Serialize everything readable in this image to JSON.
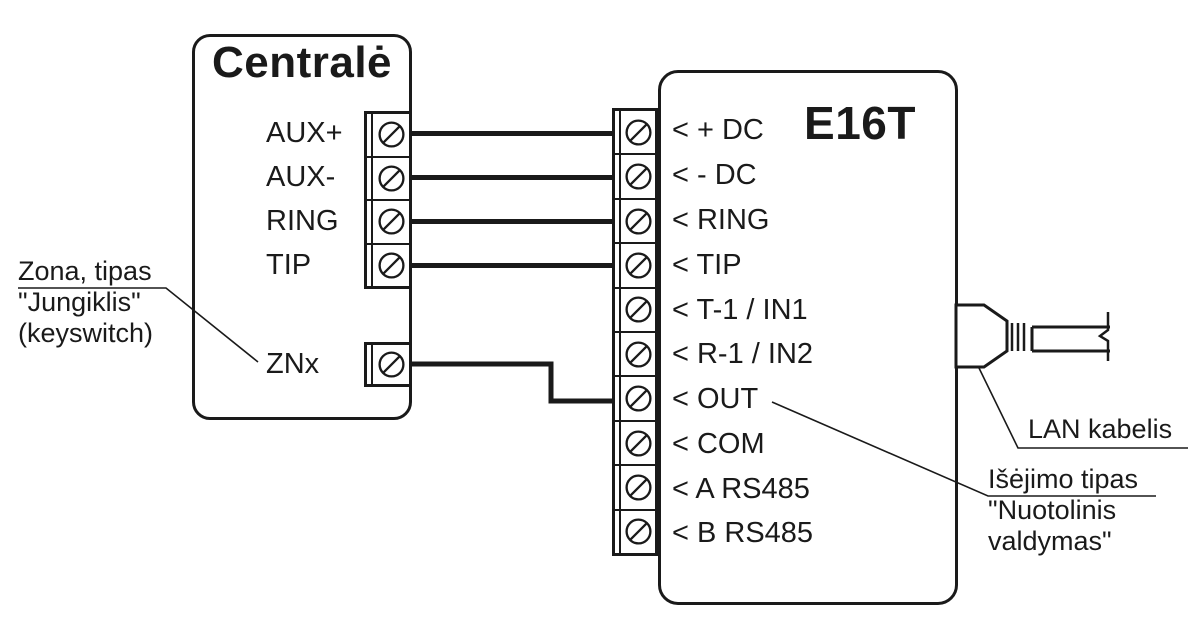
{
  "diagram": {
    "centrale": {
      "title": "Centralė",
      "terminals": [
        "AUX+",
        "AUX-",
        "RING",
        "TIP"
      ],
      "zone_terminal": "ZNx"
    },
    "e16t": {
      "title": "E16T",
      "terminals": [
        "< + DC",
        "< - DC",
        "< RING",
        "< TIP",
        "< T-1 / IN1",
        "< R-1 / IN2",
        "< OUT",
        "< COM",
        "< A RS485",
        "< B RS485"
      ]
    },
    "annotations": {
      "zone": {
        "line1": "Zona, tipas",
        "line2": "\"Jungiklis\"",
        "line3": "(keyswitch)"
      },
      "output": {
        "line1": "Išėjimo tipas",
        "line2": "\"Nuotolinis",
        "line3": "valdymas\""
      },
      "lan": {
        "label": "LAN kabelis"
      }
    },
    "connections": [
      {
        "from": "AUX+",
        "to": "< + DC"
      },
      {
        "from": "AUX-",
        "to": "< - DC"
      },
      {
        "from": "RING",
        "to": "< RING"
      },
      {
        "from": "TIP",
        "to": "< TIP"
      },
      {
        "from": "ZNx",
        "to": "< OUT"
      }
    ],
    "colors": {
      "line": "#1a1a1a",
      "background": "#ffffff"
    }
  }
}
